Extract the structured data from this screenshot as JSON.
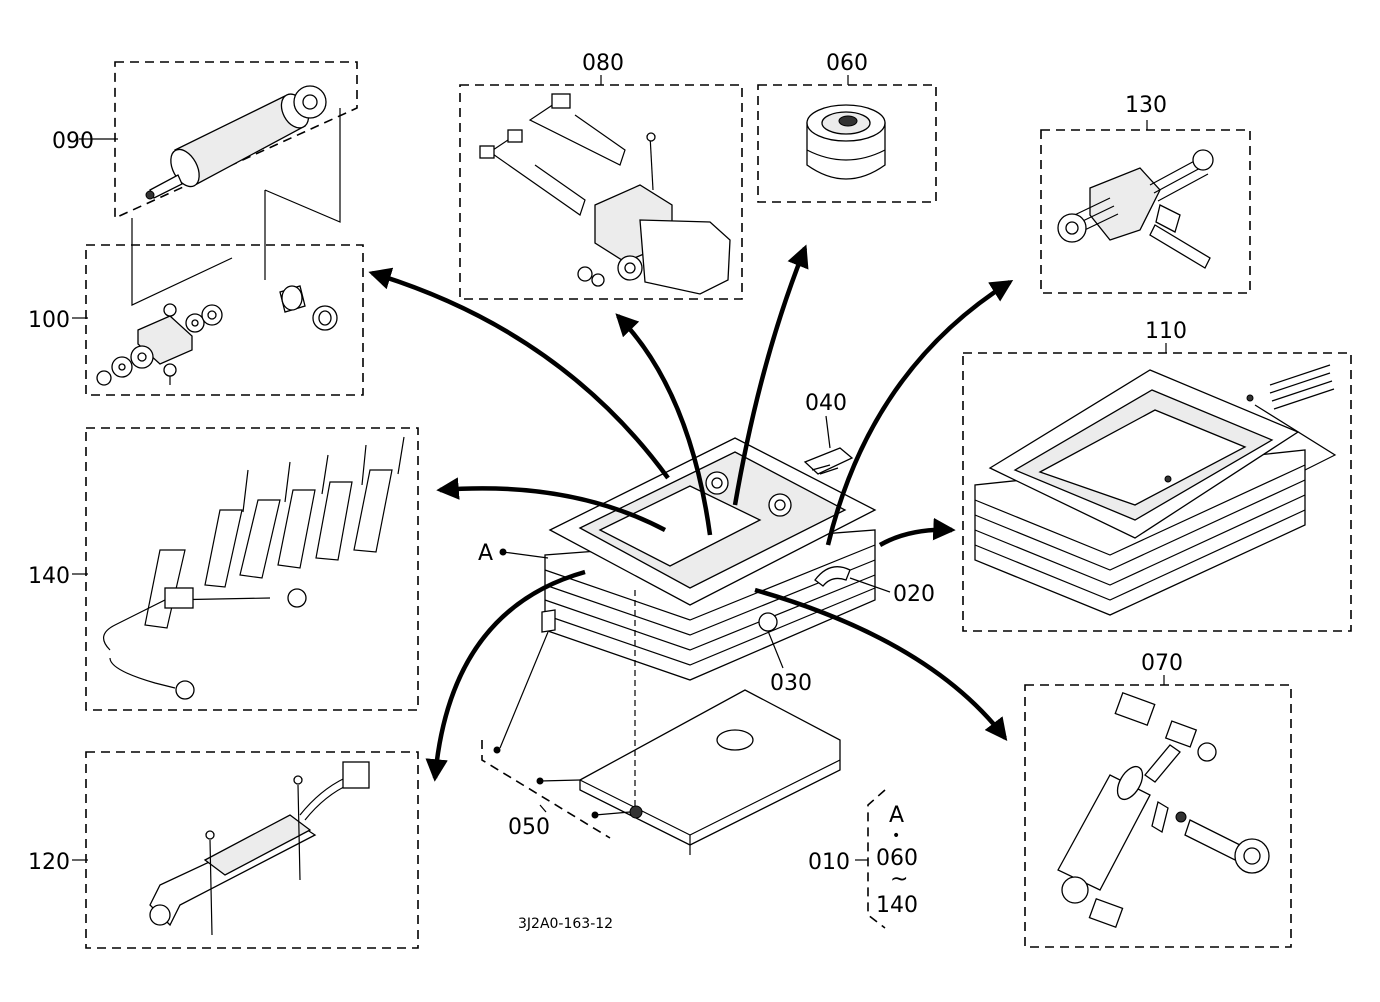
{
  "labels": {
    "p010": "010",
    "p020": "020",
    "p030": "030",
    "p040": "040",
    "p050": "050",
    "p060": "060",
    "p070": "070",
    "p080": "080",
    "p090": "090",
    "p100": "100",
    "p110": "110",
    "p120": "120",
    "p130": "130",
    "p140": "140",
    "ref_a": "A"
  },
  "kit_note": {
    "ref": "A",
    "dot": "•",
    "from": "060",
    "tilde": "~",
    "to": "140"
  },
  "drawing_code": "3J2A0-163-12"
}
